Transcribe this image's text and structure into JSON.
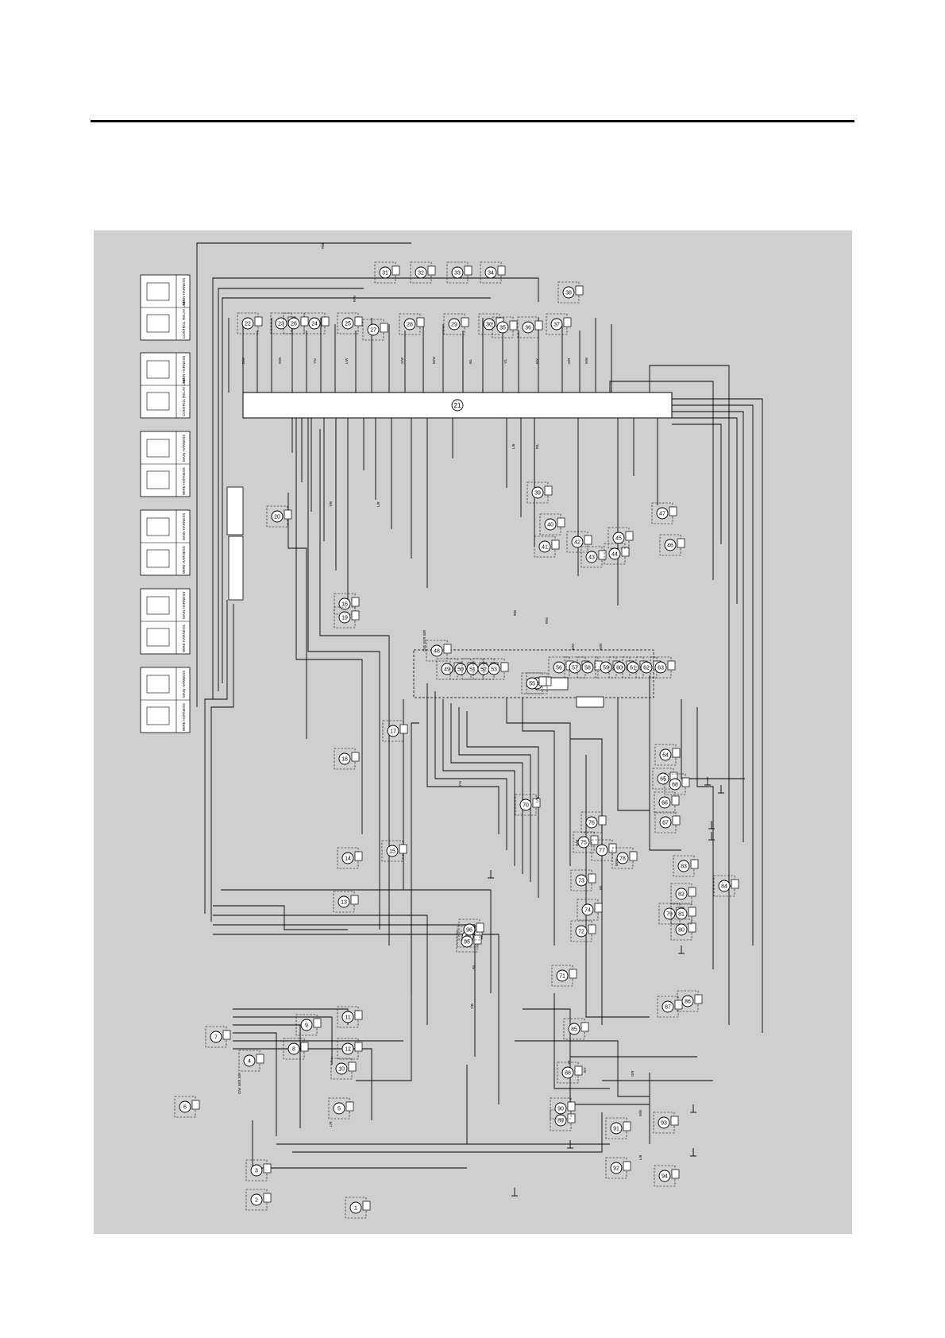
{
  "colors": {
    "panel": "#cfcfcf",
    "ink": "#000000",
    "box": "#ffffff"
  },
  "ecu": {
    "label": "21"
  },
  "legend": [
    {
      "label_a": "MAIN HARNESS",
      "label_b": "CONTROL RELAY UNIT"
    },
    {
      "label_a": "MAIN HARNESS",
      "label_b": "CONTROL RELAY UNIT"
    },
    {
      "label_a": "MAIN HARNESS",
      "label_b": "WIRE HARNESS"
    },
    {
      "label_a": "MAIN HARNESS",
      "label_b": "WIRE HARNESS"
    },
    {
      "label_a": "MAIN HARNESS",
      "label_b": "WIRE HARNESS"
    },
    {
      "label_a": "MAIN HARNESS",
      "label_b": "WIRE HARNESS"
    }
  ],
  "components": [
    "1",
    "2",
    "3",
    "4",
    "5",
    "6",
    "7",
    "8",
    "9",
    "10",
    "11",
    "12",
    "13",
    "14",
    "15",
    "16",
    "17",
    "18",
    "19",
    "20",
    "22",
    "23",
    "24",
    "25",
    "26",
    "27",
    "28",
    "29",
    "30",
    "31",
    "32",
    "33",
    "34",
    "35",
    "36",
    "37",
    "38",
    "39",
    "40",
    "41",
    "42",
    "43",
    "44",
    "45",
    "46",
    "47",
    "48",
    "49",
    "50",
    "51",
    "52",
    "53",
    "54",
    "55",
    "56",
    "57",
    "58",
    "59",
    "60",
    "61",
    "62",
    "63",
    "64",
    "65",
    "66",
    "67",
    "68",
    "69",
    "70",
    "71",
    "72",
    "73",
    "74",
    "75",
    "76",
    "77",
    "78",
    "79",
    "80",
    "81",
    "82",
    "83",
    "84",
    "85",
    "86",
    "87",
    "88",
    "89",
    "90",
    "91",
    "92",
    "93",
    "94",
    "95",
    "96"
  ],
  "wire_codes": [
    "R/B",
    "R/W",
    "B/W",
    "W/R",
    "Y/G",
    "L/W",
    "G/W",
    "Br/W",
    "B/L",
    "Y/L",
    "B/Y",
    "G/R",
    "W/B",
    "L/B",
    "R/L",
    "Y/B",
    "L/R",
    "B/R",
    "Br/R",
    "O/W"
  ]
}
